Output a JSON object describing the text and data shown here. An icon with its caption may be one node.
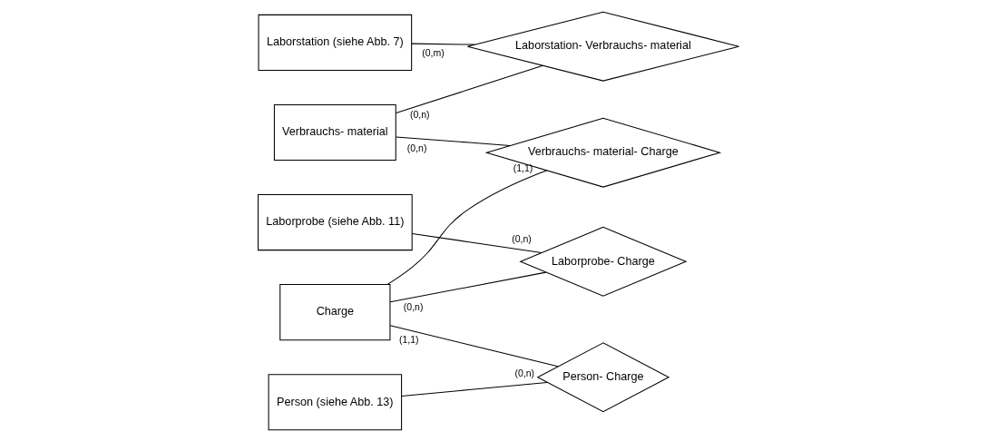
{
  "diagram": {
    "nodes": [
      {
        "text": [
          "Laborstation (siehe Abb. 7)"
        ]
      },
      {
        "text": [
          "Laborprobe (siehe Abb. 11)"
        ]
      },
      {
        "text": [
          "Laborstation- Verbrauchs- material"
        ]
      },
      {
        "text": [
          "Laborprobe- Charge"
        ]
      },
      {
        "text": [
          "Verbrauchs- material"
        ]
      },
      {
        "text": [
          "Verbrauchs- material- Charge"
        ]
      },
      {
        "text": [
          "Charge"
        ]
      },
      {
        "text": [
          "Person- Charge"
        ]
      },
      {
        "text": [
          "Person (siehe Abb. 13)"
        ]
      }
    ],
    "edges": [
      {
        "from": 0,
        "to": 2,
        "arrow": "none",
        "label": "(0,m)"
      },
      {
        "from": 4,
        "to": 2,
        "arrow": "none",
        "label": "(0,n)"
      },
      {
        "from": 4,
        "to": 5,
        "arrow": "none",
        "label": "(0,n)"
      },
      {
        "from": 6,
        "to": 5,
        "arrow": "none",
        "label": "(1,1)"
      },
      {
        "from": 6,
        "to": 3,
        "arrow": "none",
        "label": "(0,n)"
      },
      {
        "from": 1,
        "to": 3,
        "arrow": "none",
        "label": "(0,n)"
      },
      {
        "from": 6,
        "to": 7,
        "arrow": "none",
        "label": "(1,1)"
      },
      {
        "from": 8,
        "to": 7,
        "arrow": "none",
        "label": "(0,n)"
      }
    ]
  }
}
